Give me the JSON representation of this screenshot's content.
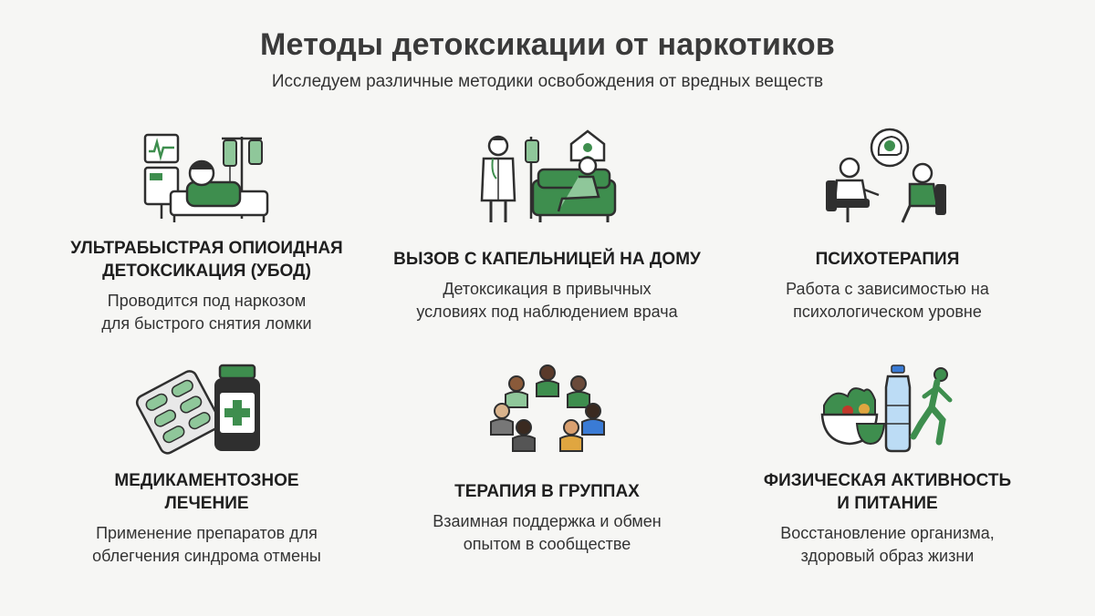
{
  "header": {
    "title": "Методы детоксикации от наркотиков",
    "subtitle": "Исследуем различные методики освобождения от вредных веществ"
  },
  "colors": {
    "accent": "#3e8e4e",
    "dark": "#2f2f2f",
    "background": "#f6f6f4"
  },
  "cards": [
    {
      "icon": "hospital-bed-iv-icon",
      "title_lines": [
        "УЛЬТРАБЫСТРАЯ ОПИОИДНАЯ",
        "ДЕТОКСИКАЦИЯ (УБОД)"
      ],
      "desc_lines": [
        "Проводится под наркозом",
        "для быстрого снятия ломки"
      ]
    },
    {
      "icon": "home-iv-drip-icon",
      "title_lines": [
        "ВЫЗОВ С КАПЕЛЬНИЦЕЙ НА ДОМУ"
      ],
      "desc_lines": [
        "Детоксикация в привычных",
        "условиях под наблюдением врача"
      ]
    },
    {
      "icon": "psychotherapy-session-icon",
      "title_lines": [
        "ПСИХОТЕРАПИЯ"
      ],
      "desc_lines": [
        "Работа с зависимостью на",
        "психологическом уровне"
      ]
    },
    {
      "icon": "pills-bottle-icon",
      "title_lines": [
        "МЕДИКАМЕНТОЗНОЕ",
        "ЛЕЧЕНИЕ"
      ],
      "desc_lines": [
        "Применение препаратов для",
        "облегчения синдрома отмены"
      ]
    },
    {
      "icon": "group-circle-icon",
      "title_lines": [
        "ТЕРАПИЯ В ГРУППАХ"
      ],
      "desc_lines": [
        "Взаимная поддержка и обмен",
        "опытом в сообществе"
      ]
    },
    {
      "icon": "food-water-runner-icon",
      "title_lines": [
        "ФИЗИЧЕСКАЯ АКТИВНОСТЬ",
        "И ПИТАНИЕ"
      ],
      "desc_lines": [
        "Восстановление организма,",
        "здоровый образ жизни"
      ]
    }
  ]
}
